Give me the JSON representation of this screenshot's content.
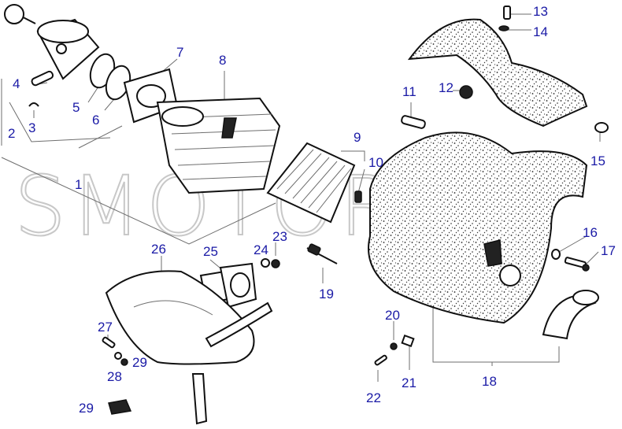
{
  "watermark": "SMOTOR.IT",
  "callouts": [
    {
      "id": "c1",
      "text": "1"
    },
    {
      "id": "c2",
      "text": "2"
    },
    {
      "id": "c3",
      "text": "3"
    },
    {
      "id": "c4",
      "text": "4"
    },
    {
      "id": "c5",
      "text": "5"
    },
    {
      "id": "c6",
      "text": "6"
    },
    {
      "id": "c7",
      "text": "7"
    },
    {
      "id": "c8",
      "text": "8"
    },
    {
      "id": "c9",
      "text": "9"
    },
    {
      "id": "c10",
      "text": "10"
    },
    {
      "id": "c11",
      "text": "11"
    },
    {
      "id": "c12",
      "text": "12"
    },
    {
      "id": "c13",
      "text": "13"
    },
    {
      "id": "c14",
      "text": "14"
    },
    {
      "id": "c15",
      "text": "15"
    },
    {
      "id": "c16",
      "text": "16"
    },
    {
      "id": "c17",
      "text": "17"
    },
    {
      "id": "c18",
      "text": "18"
    },
    {
      "id": "c19",
      "text": "19"
    },
    {
      "id": "c20",
      "text": "20"
    },
    {
      "id": "c21",
      "text": "21"
    },
    {
      "id": "c22",
      "text": "22"
    },
    {
      "id": "c23",
      "text": "23"
    },
    {
      "id": "c24",
      "text": "24"
    },
    {
      "id": "c25",
      "text": "25"
    },
    {
      "id": "c26",
      "text": "26"
    },
    {
      "id": "c27",
      "text": "27"
    },
    {
      "id": "c28",
      "text": "28"
    },
    {
      "id": "c29a",
      "text": "29"
    },
    {
      "id": "c29b",
      "text": "29"
    }
  ],
  "colors": {
    "callout": "#1a1aa6",
    "line": "#111111",
    "watermark": "#c8c8c8"
  }
}
